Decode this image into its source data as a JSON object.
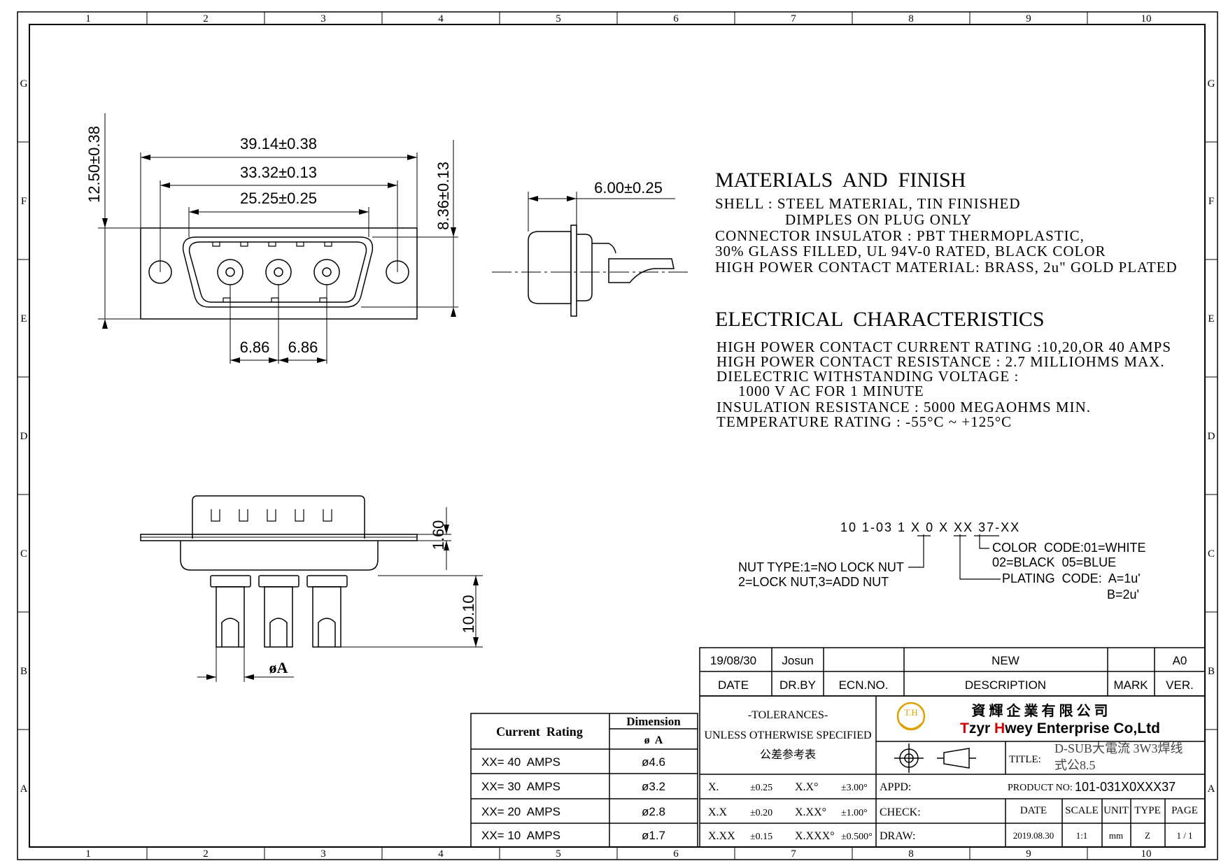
{
  "frame": {
    "zones_cols": [
      "1",
      "2",
      "3",
      "4",
      "5",
      "6",
      "7",
      "8",
      "9",
      "10"
    ],
    "zones_rows": [
      "G",
      "F",
      "E",
      "D",
      "C",
      "B",
      "A"
    ]
  },
  "dims": {
    "overall_width": "39.14±0.38",
    "hole_pitch": "33.32±0.13",
    "shell_width": "25.25±0.25",
    "flange_height": "12.50±0.38",
    "shell_height": "8.36±0.13",
    "pin_pitch_1": "6.86",
    "pin_pitch_2": "6.86",
    "side_depth": "6.00±0.25",
    "flange_thickness": "1.60",
    "tail_length": "10.10",
    "tail_diameter": "øA"
  },
  "materials": {
    "heading": "MATERIALS  AND  FINISH",
    "lines": [
      "SHELL : STEEL MATERIAL, TIN FINISHED",
      "DIMPLES ON PLUG ONLY",
      "CONNECTOR INSULATOR : PBT THERMOPLASTIC,",
      "30% GLASS FILLED, UL 94V-0 RATED, BLACK COLOR",
      "HIGH POWER CONTACT MATERIAL: BRASS, 2u\" GOLD PLATED"
    ]
  },
  "electrical": {
    "heading": "ELECTRICAL  CHARACTERISTICS",
    "lines": [
      "HIGH POWER CONTACT CURRENT RATING :10,20,OR 40 AMPS",
      "HIGH POWER CONTACT RESISTANCE : 2.7 MILLIOHMS MAX.",
      "DIELECTRIC WITHSTANDING VOLTAGE :",
      "1000 V AC FOR 1 MINUTE",
      "INSULATION RESISTANCE : 5000 MEGAOHMS MIN.",
      "TEMPERATURE RATING : -55°C ~  +125°C"
    ]
  },
  "part_code": {
    "code": "10 1-03 1 X 0 X XX 37-XX",
    "nut_type_1": "NUT TYPE:1=NO LOCK NUT",
    "nut_type_2": "2=LOCK NUT,3=ADD NUT",
    "color_1": "COLOR  CODE:01=WHITE",
    "color_2": "02=BLACK  05=BLUE",
    "plating_1": "PLATING  CODE:  A=1u'",
    "plating_2": "B=2u'"
  },
  "rating_table": {
    "col1_header": "Current  Rating",
    "col2_header": "Dimension",
    "col2_sub": "ø  A",
    "rows": [
      {
        "rating": "XX= 40  AMPS",
        "dim": "ø4.6"
      },
      {
        "rating": "XX= 30  AMPS",
        "dim": "ø3.2"
      },
      {
        "rating": "XX= 20  AMPS",
        "dim": "ø2.8"
      },
      {
        "rating": "XX= 10  AMPS",
        "dim": "ø1.7"
      }
    ]
  },
  "title_block": {
    "rev_date": "19/08/30",
    "rev_drby": "Josun",
    "rev_desc": "NEW",
    "rev_ver": "A0",
    "h_date": "DATE",
    "h_drby": "DR.BY",
    "h_ecn": "ECN.NO.",
    "h_desc": "DESCRIPTION",
    "h_mark": "MARK",
    "h_ver": "VER.",
    "tol_1": "-TOLERANCES-",
    "tol_2": "UNLESS OTHERWISE SPECIFIED",
    "tol_3": "公差参考表",
    "company_cn": "資 輝 企 業 有 限 公 司",
    "company_en_t": "T",
    "company_en_zyr": "zyr ",
    "company_en_h": "H",
    "company_en_rest": "wey Enterprise Co,Ltd",
    "logo_text": "T.H",
    "title_label": "TITLE:",
    "title_1": "D-SUB大電流 3W3焊线",
    "title_2": "式公8.5",
    "tol_rows": [
      {
        "a": "X.",
        "b": "±0.25",
        "c": "X.X°",
        "d": "±3.00°"
      },
      {
        "a": "X.X",
        "b": "±0.20",
        "c": "X.XX°",
        "d": "±1.00°"
      },
      {
        "a": "X.XX",
        "b": "±0.15",
        "c": "X.XXX°",
        "d": "±0.500°"
      }
    ],
    "appd": "APPD:",
    "check": "CHECK:",
    "draw": "DRAW:",
    "product_label": "PRODUCT NO:",
    "product_no": "101-031X0XXX37",
    "b_date": "DATE",
    "b_scale": "SCALE",
    "b_unit": "UNIT",
    "b_type": "TYPE",
    "b_page": "PAGE",
    "v_date": "2019.08.30",
    "v_scale": "1:1",
    "v_unit": "mm",
    "v_type": "Z",
    "v_page": "1 / 1"
  }
}
